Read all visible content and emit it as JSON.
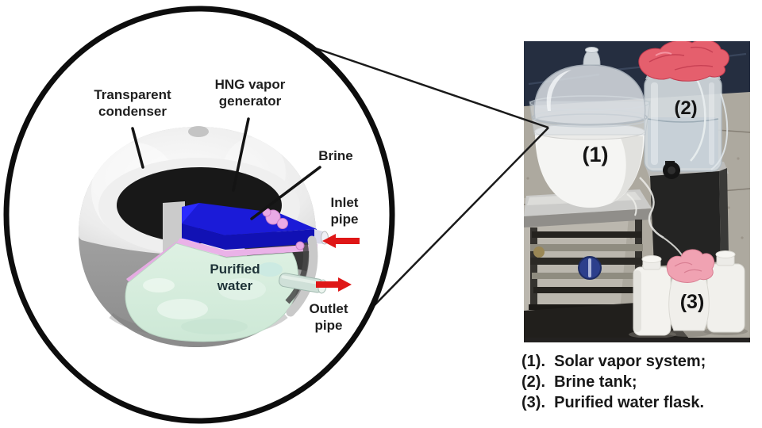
{
  "diagram": {
    "labels": {
      "condenser": {
        "line1": "Transparent",
        "line2": "condenser"
      },
      "hng": {
        "line1": "HNG vapor",
        "line2": "generator"
      },
      "brine": {
        "text": "Brine"
      },
      "inlet": {
        "line1": "Inlet",
        "line2": "pipe"
      },
      "purified": {
        "line1": "Purified",
        "line2": "water"
      },
      "outlet": {
        "line1": "Outlet",
        "line2": "pipe"
      }
    },
    "colors": {
      "brine_blue": "#1b1bd8",
      "lining_pink": "#eab2e8",
      "water_mint": "#d6ecdc",
      "arrow_red": "#df1717",
      "generator_dark": "#181818"
    }
  },
  "photo": {
    "markers": {
      "solar_vapor_system": "(1)",
      "brine_tank": "(2)",
      "purified_water_flask": "(3)"
    }
  },
  "legend": {
    "items": [
      {
        "text": "(1).  Solar vapor system;"
      },
      {
        "text": "(2).  Brine tank;"
      },
      {
        "text": "(3).  Purified water flask."
      }
    ]
  }
}
